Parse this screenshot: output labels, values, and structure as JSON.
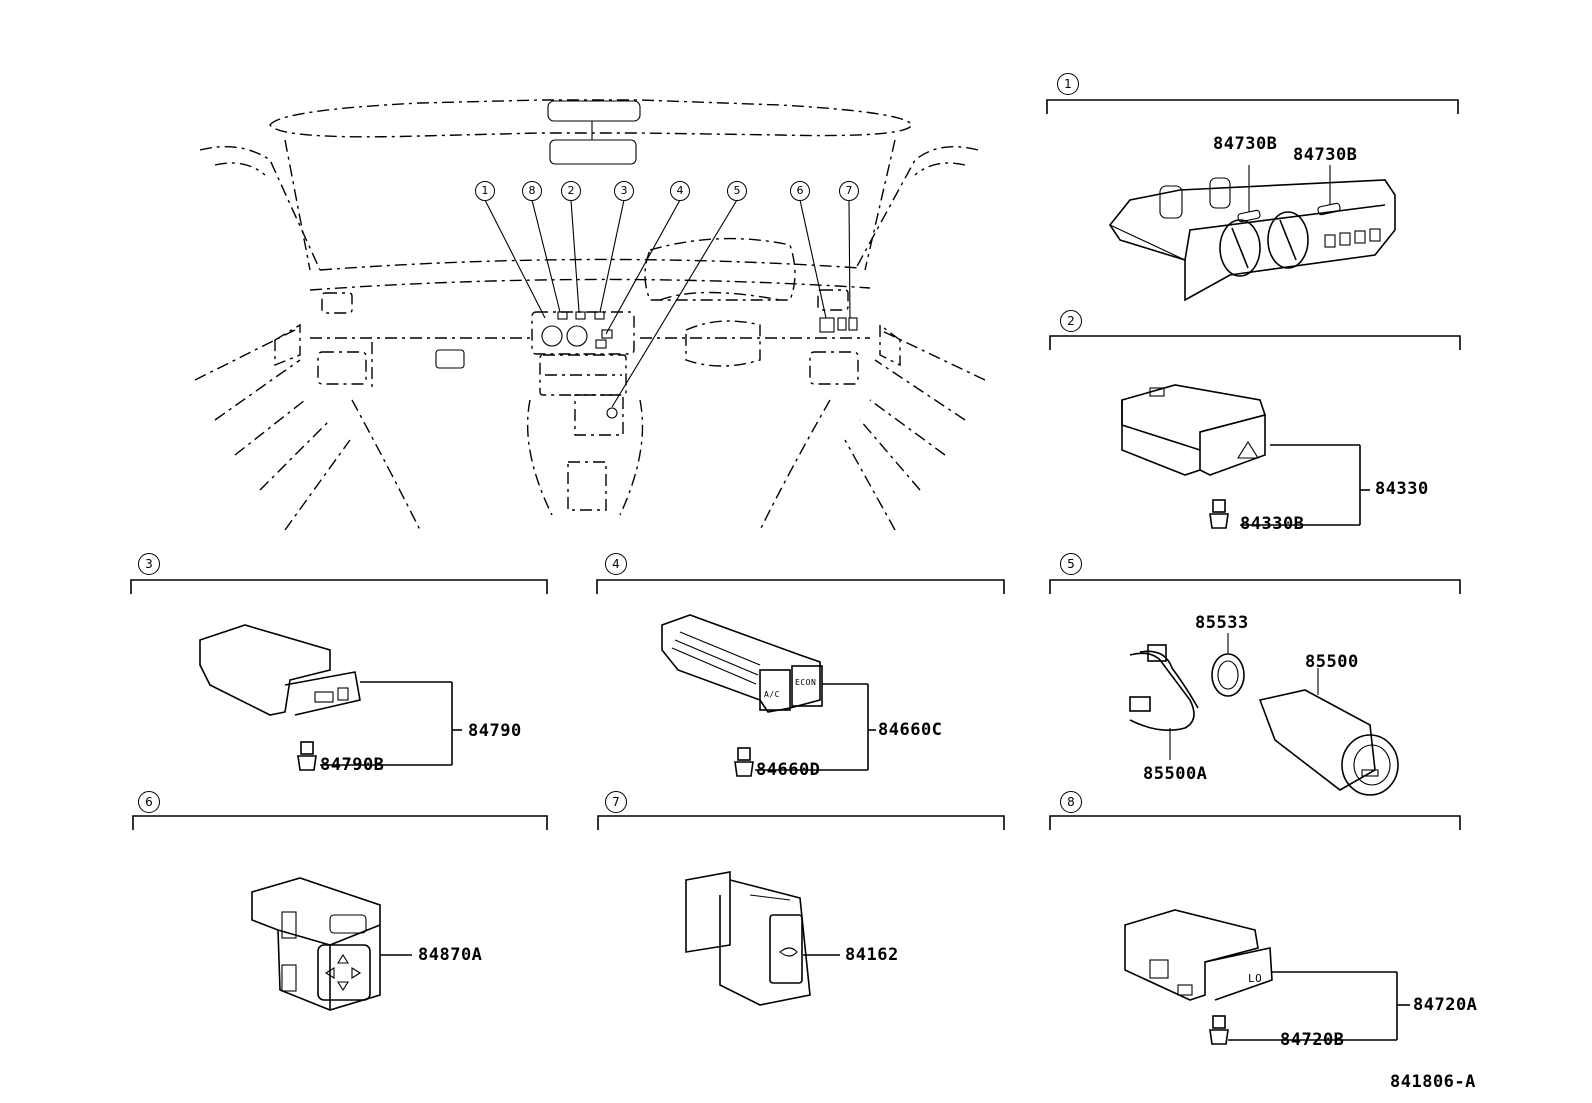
{
  "overview": {
    "callouts": [
      "1",
      "8",
      "2",
      "3",
      "4",
      "5",
      "6",
      "7"
    ]
  },
  "sections": [
    {
      "id": "1",
      "parts": [
        "84730B",
        "84730B"
      ]
    },
    {
      "id": "2",
      "parts": [
        "84330",
        "84330B"
      ]
    },
    {
      "id": "3",
      "parts": [
        "84790",
        "84790B"
      ]
    },
    {
      "id": "4",
      "parts": [
        "84660C",
        "84660D"
      ]
    },
    {
      "id": "5",
      "parts": [
        "85533",
        "85500",
        "85500A"
      ]
    },
    {
      "id": "6",
      "parts": [
        "84870A"
      ]
    },
    {
      "id": "7",
      "parts": [
        "84162"
      ]
    },
    {
      "id": "8",
      "parts": [
        "84720A",
        "84720B"
      ]
    }
  ],
  "switch_markings": {
    "ac": "A/C",
    "econ": "ECON",
    "lo": "LO"
  },
  "drawing_number": "841806-A"
}
